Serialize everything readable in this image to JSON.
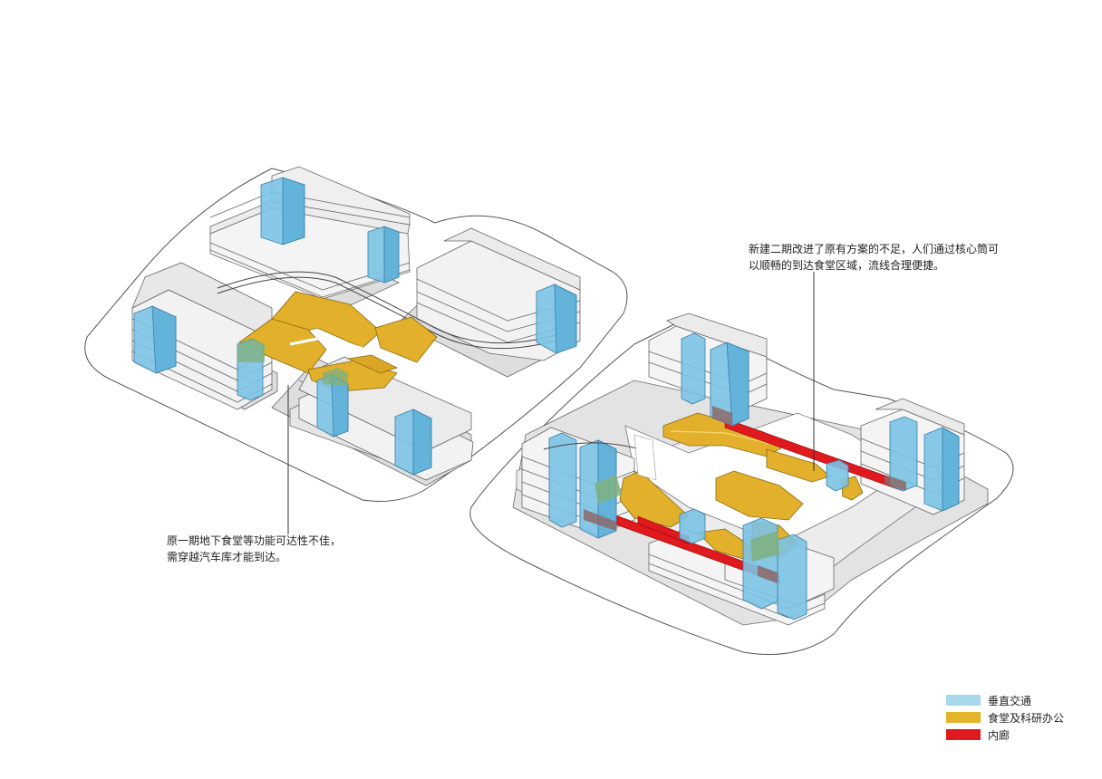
{
  "annotations": {
    "left": {
      "line1": "原一期地下食堂等功能可达性不佳，",
      "line2": "需穿越汽车库才能到达。"
    },
    "right": {
      "line1": "新建二期改进了原有方案的不足，人们通过核心筒可",
      "line2": "以顺畅的到达食堂区域，流线合理便捷。"
    }
  },
  "legend": [
    {
      "label": "垂直交通",
      "color": "#a8d8ec"
    },
    {
      "label": "食堂及科研办公",
      "color": "#e4b42a"
    },
    {
      "label": "内廊",
      "color": "#e0191e"
    }
  ],
  "colors": {
    "vertical_traffic": "#7cc3e6",
    "canteen_office": "#e2b02a",
    "corridor": "#e0191e",
    "building": "#e3e3e3",
    "outline": "#555555"
  }
}
